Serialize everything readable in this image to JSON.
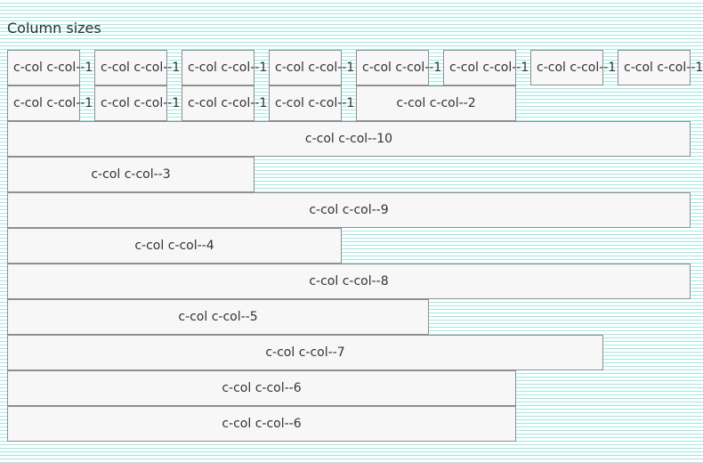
{
  "page": {
    "title": "Column sizes"
  },
  "rows": [
    {
      "cells": [
        {
          "label": "c-col c-col--1"
        },
        {
          "label": "c-col c-col--1"
        },
        {
          "label": "c-col c-col--1"
        },
        {
          "label": "c-col c-col--1"
        },
        {
          "label": "c-col c-col--1"
        },
        {
          "label": "c-col c-col--1"
        },
        {
          "label": "c-col c-col--1"
        },
        {
          "label": "c-col c-col--1"
        }
      ]
    },
    {
      "cells": [
        {
          "label": "c-col c-col--1"
        },
        {
          "label": "c-col c-col--1"
        },
        {
          "label": "c-col c-col--1"
        },
        {
          "label": "c-col c-col--1"
        },
        {
          "label": "c-col c-col--2"
        }
      ]
    },
    {
      "cells": [
        {
          "label": "c-col c-col--10"
        }
      ]
    },
    {
      "cells": [
        {
          "label": "c-col c-col--3"
        }
      ]
    },
    {
      "cells": [
        {
          "label": "c-col c-col--9"
        }
      ]
    },
    {
      "cells": [
        {
          "label": "c-col c-col--4"
        }
      ]
    },
    {
      "cells": [
        {
          "label": "c-col c-col--8"
        }
      ]
    },
    {
      "cells": [
        {
          "label": "c-col c-col--5"
        }
      ]
    },
    {
      "cells": [
        {
          "label": "c-col c-col--7"
        }
      ]
    },
    {
      "cells": [
        {
          "label": "c-col c-col--6"
        }
      ]
    },
    {
      "cells": [
        {
          "label": "c-col c-col--6"
        }
      ]
    }
  ],
  "colors": {
    "ruled_line": "#9ee9e2",
    "cell_background": "#f8f7f7",
    "cell_border": "#8f8f8f",
    "text": "#333333"
  }
}
